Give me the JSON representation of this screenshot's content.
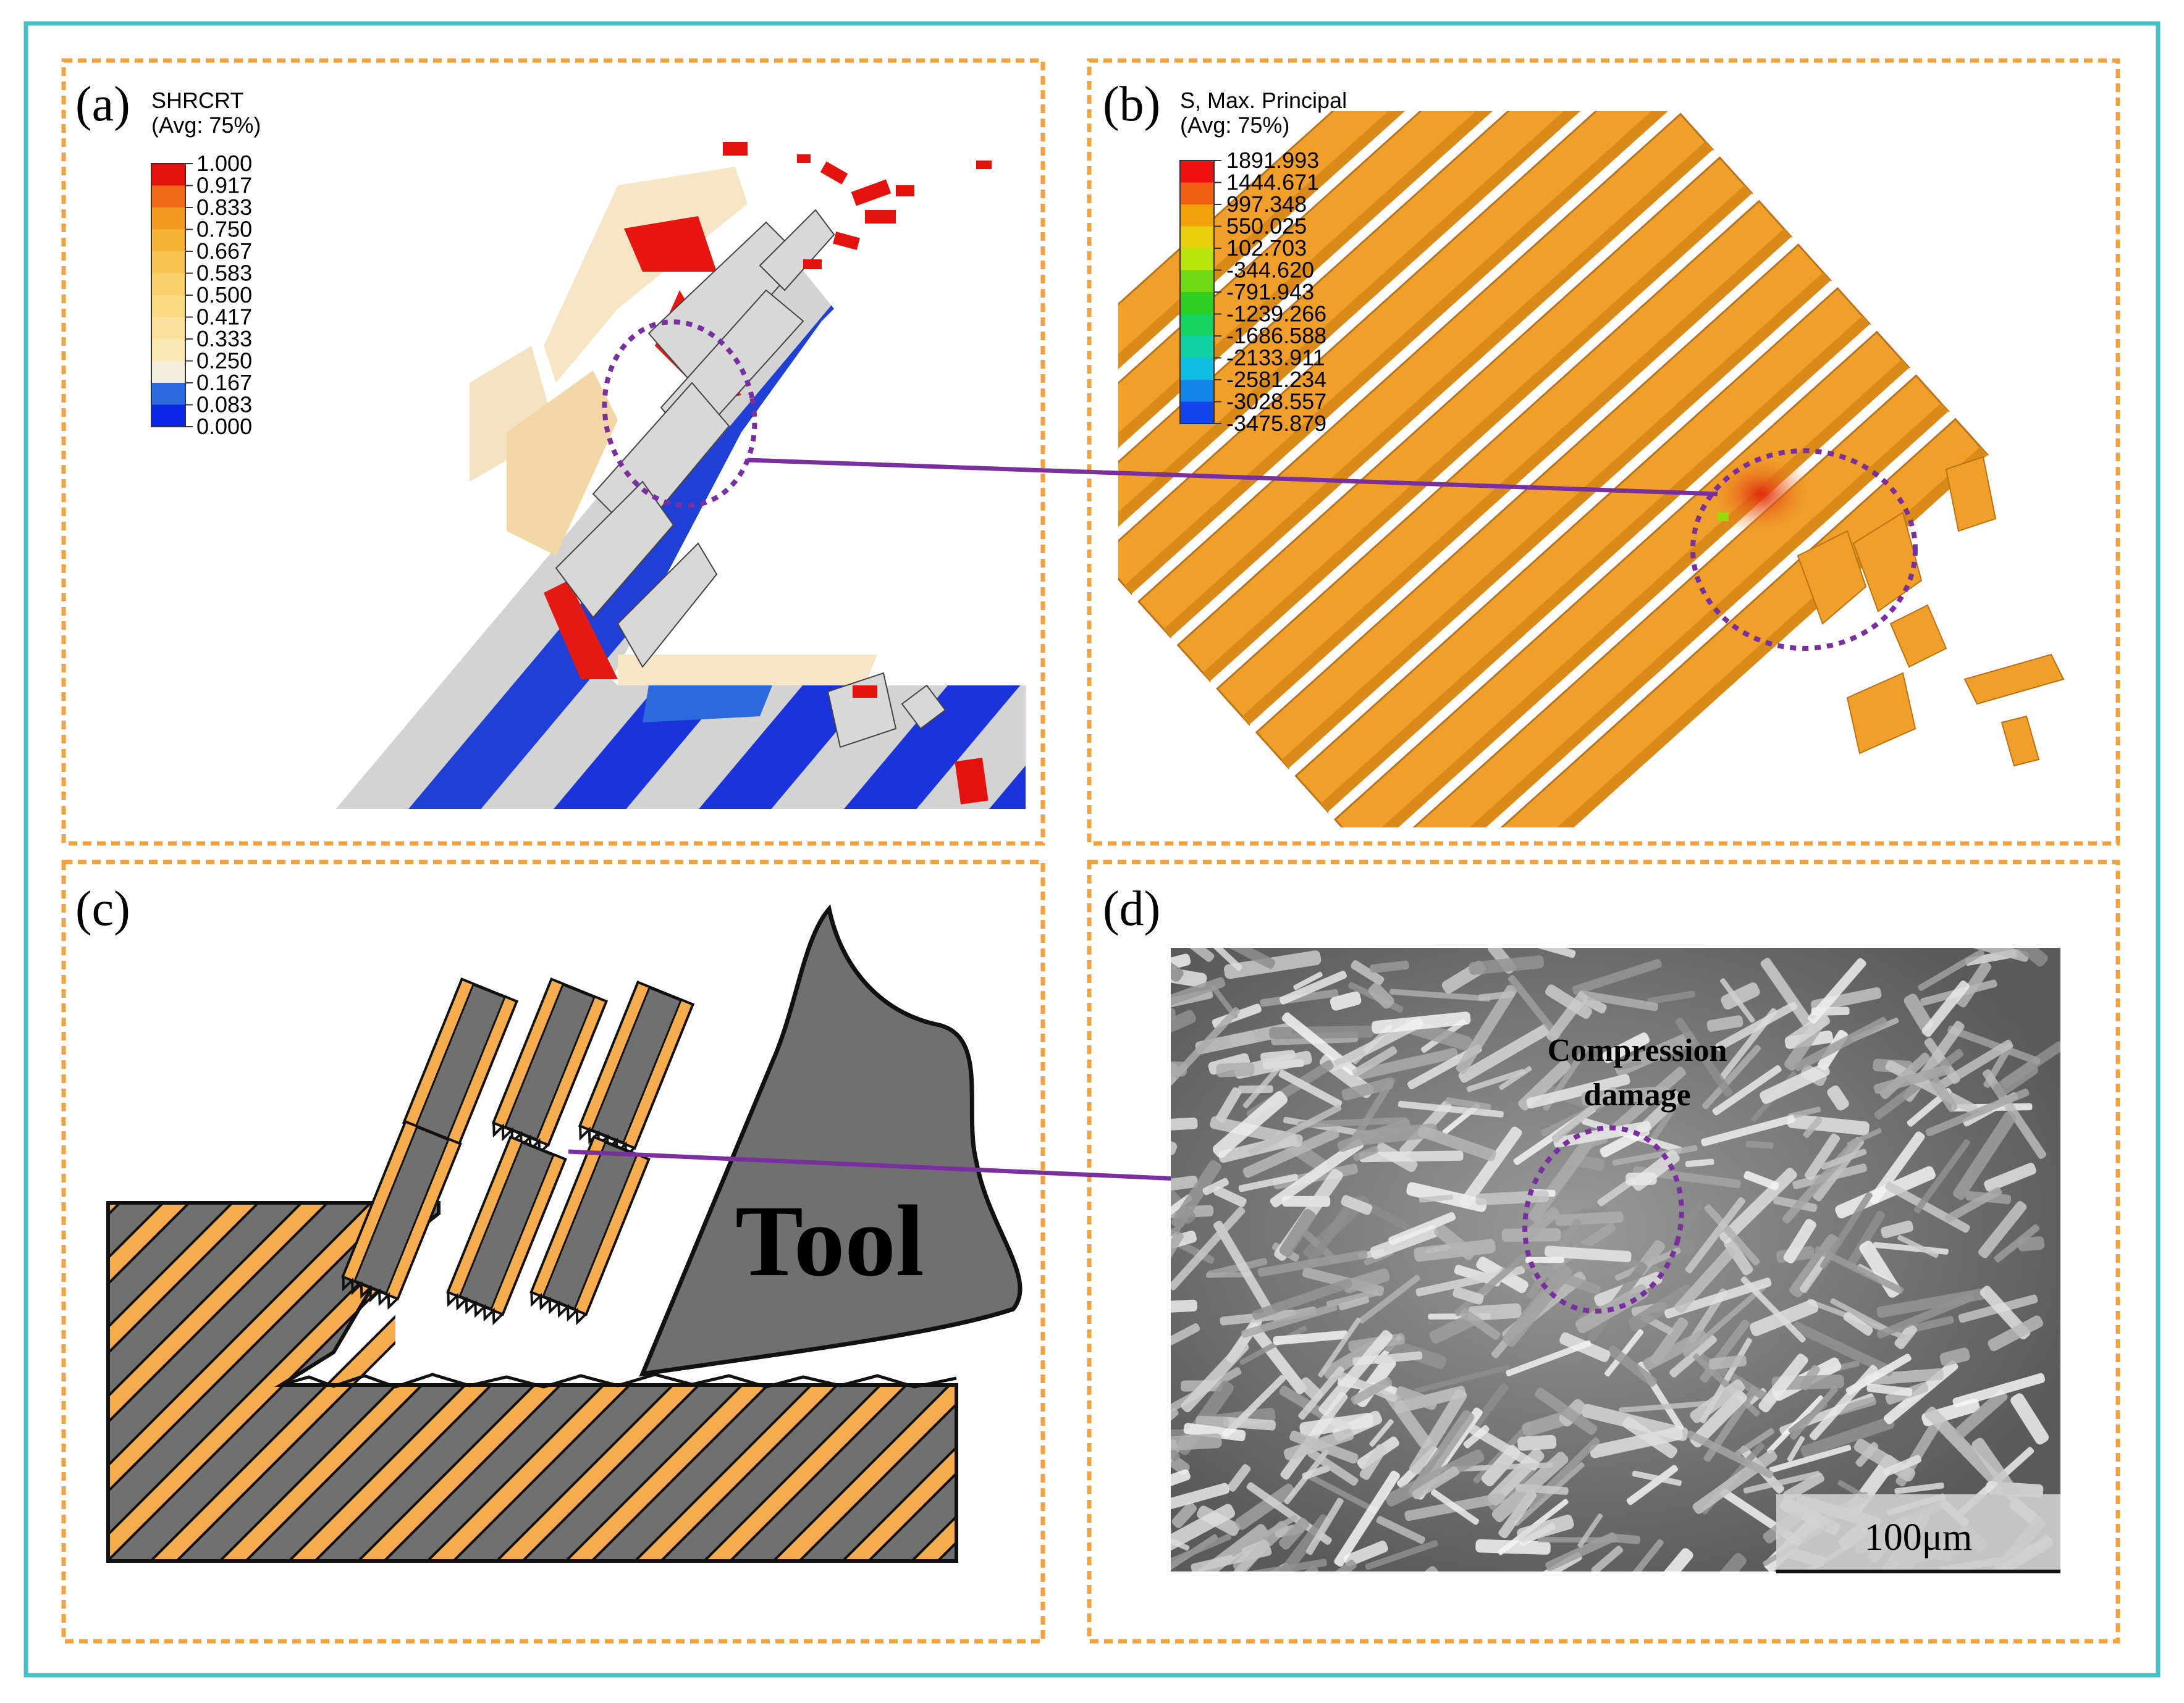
{
  "panels": {
    "a": {
      "label": "(a)",
      "legend": {
        "title_line1": "SHRCRT",
        "title_line2": "(Avg: 75%)",
        "values": [
          "1.000",
          "0.917",
          "0.833",
          "0.750",
          "0.667",
          "0.583",
          "0.500",
          "0.417",
          "0.333",
          "0.250",
          "0.167",
          "0.083",
          "0.000"
        ],
        "colors": [
          "#e4120f",
          "#ee6a18",
          "#f39a22",
          "#f6b437",
          "#f8c451",
          "#f9d06b",
          "#fad983",
          "#fbe19b",
          "#fbe9b5",
          "#f6eedd",
          "#2c69dc",
          "#0a25e6"
        ]
      }
    },
    "b": {
      "label": "(b)",
      "legend": {
        "title_line1": "S, Max. Principal",
        "title_line2": "(Avg: 75%)",
        "values": [
          "1891.993",
          "1444.671",
          "997.348",
          "550.025",
          "102.703",
          "-344.620",
          "-791.943",
          "-1239.266",
          "-1686.588",
          "-2133.911",
          "-2581.234",
          "-3028.557",
          "-3475.879"
        ],
        "colors": [
          "#f01010",
          "#f06010",
          "#f3a10a",
          "#e9cf0a",
          "#b8e40c",
          "#6fd916",
          "#2fcf22",
          "#14d35f",
          "#12d2a4",
          "#10bce0",
          "#1486ea",
          "#1144ea"
        ]
      }
    },
    "c": {
      "label": "(c)",
      "tool_text": "Tool"
    },
    "d": {
      "label": "(d)",
      "annotation_line1": "Compression",
      "annotation_line2": "damage",
      "scale_bar": "100μm"
    }
  },
  "colors": {
    "frame": "#45bfc3",
    "panel_border": "#f2a23c",
    "leader": "#7a2f9e",
    "fiber_orange": "#f0a02a",
    "tool_grey": "#707070",
    "stripe_orange": "#f6ad4e"
  }
}
